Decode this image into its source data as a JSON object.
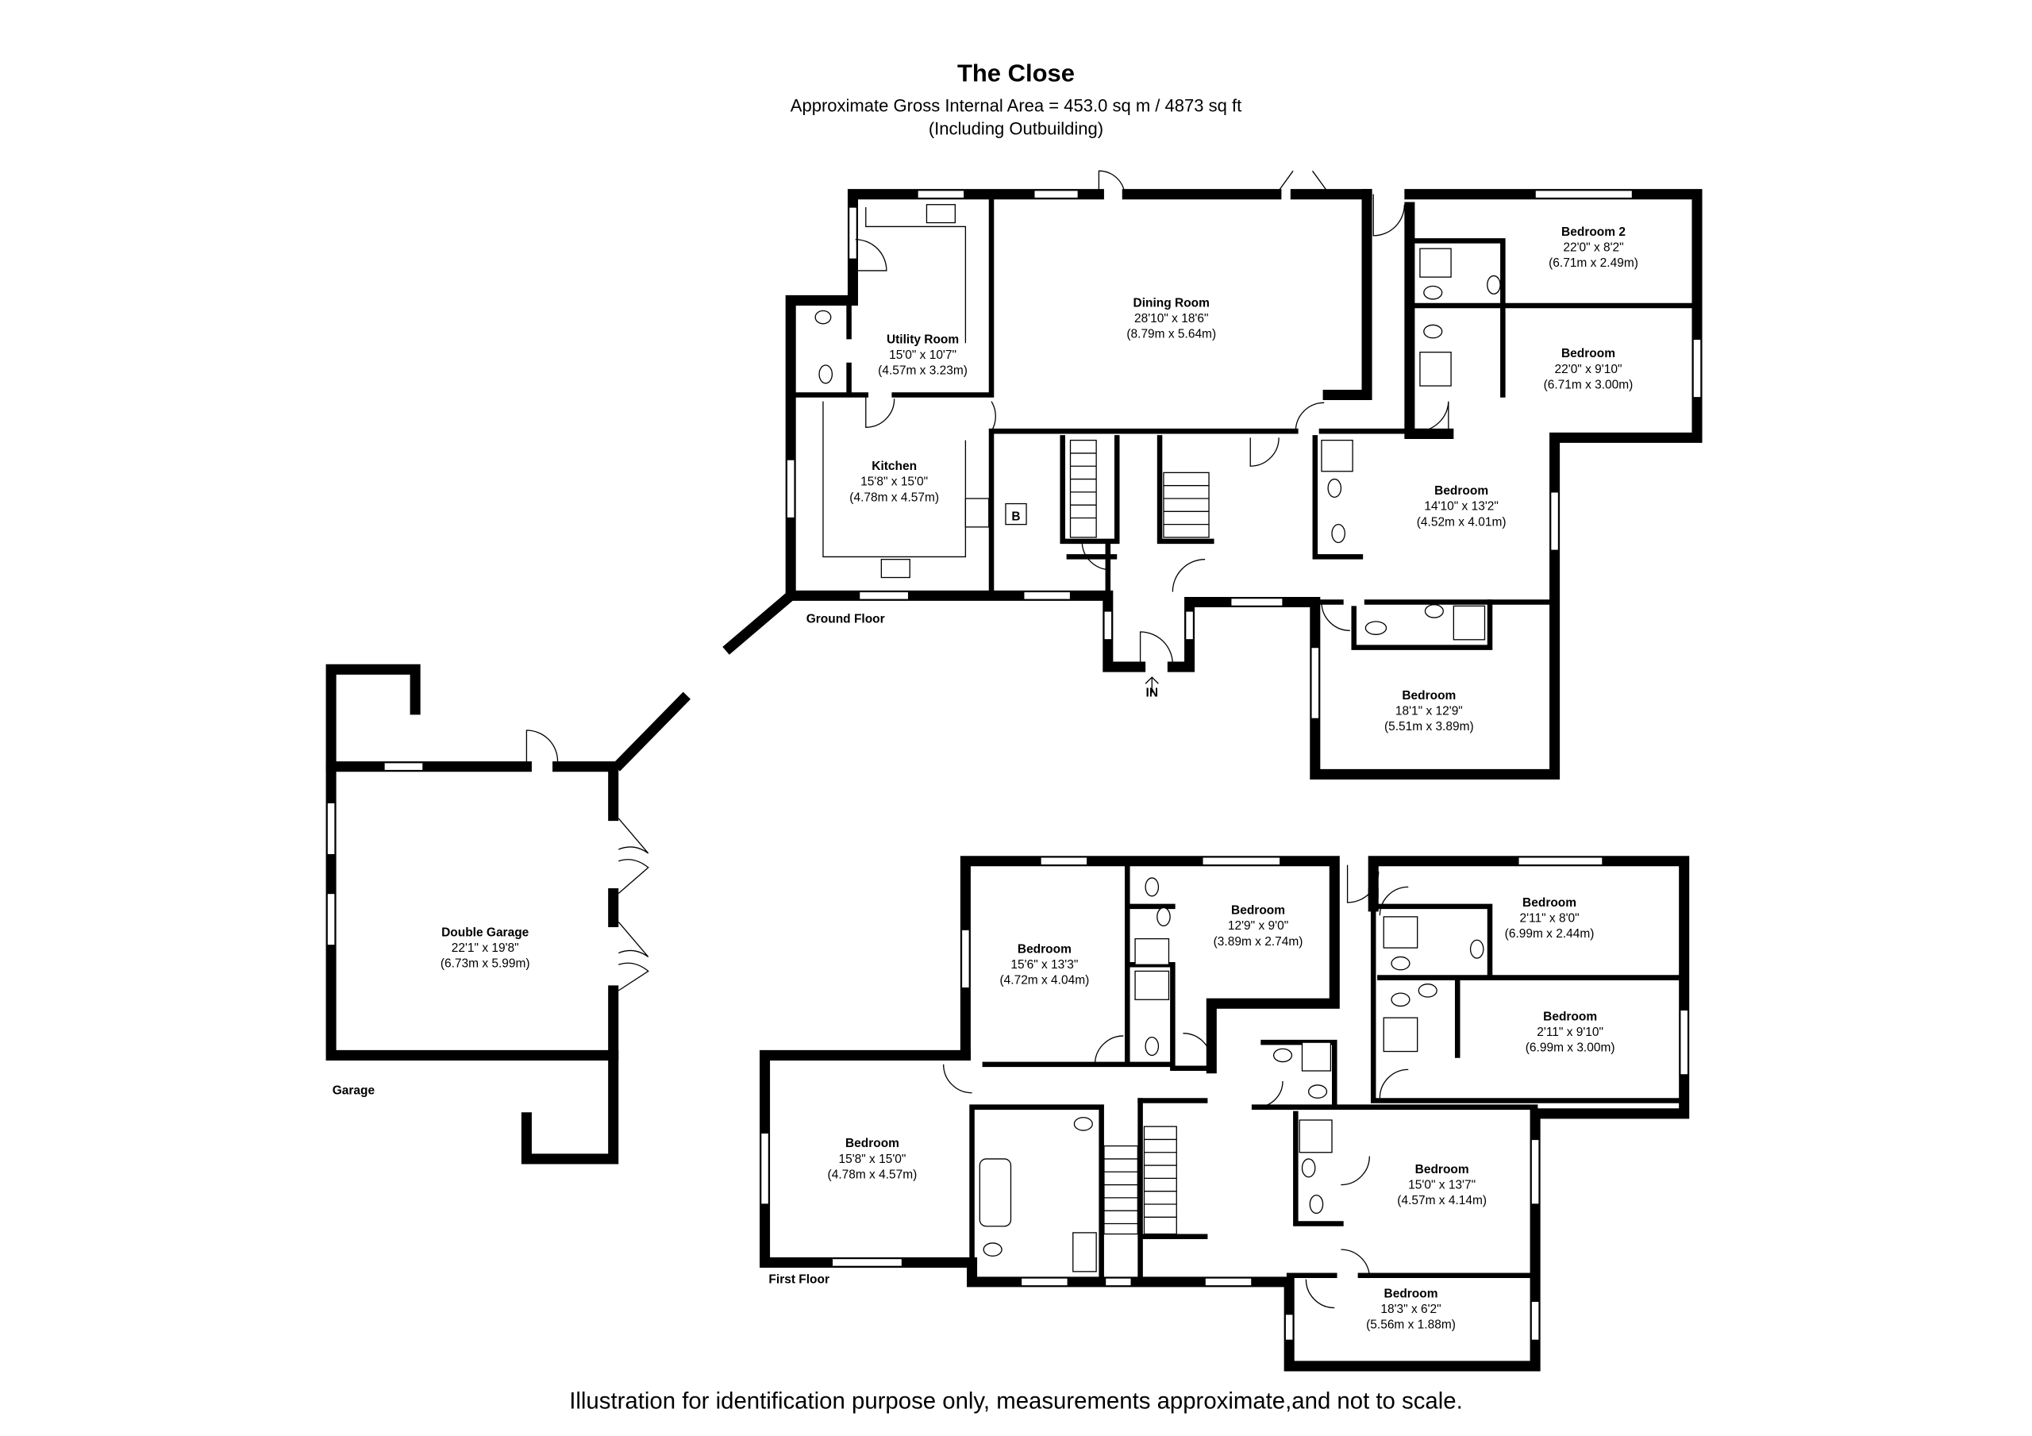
{
  "header": {
    "title": "The Close",
    "area": "Approximate Gross Internal Area = 453.0 sq m / 4873 sq ft",
    "note": "(Including Outbuilding)"
  },
  "ground_floor": {
    "label": "Ground Floor",
    "entrance": "IN",
    "boiler": "B",
    "rooms": [
      {
        "name": "Utility Room",
        "imperial": "15'0\" x 10'7\"",
        "metric": "(4.57m x 3.23m)"
      },
      {
        "name": "Dining Room",
        "imperial": "28'10\" x 18'6\"",
        "metric": "(8.79m x 5.64m)"
      },
      {
        "name": "Bedroom 2",
        "imperial": "22'0\" x 8'2\"",
        "metric": "(6.71m x 2.49m)"
      },
      {
        "name": "Bedroom",
        "imperial": "22'0\" x 9'10\"",
        "metric": "(6.71m x 3.00m)"
      },
      {
        "name": "Kitchen",
        "imperial": "15'8\" x 15'0\"",
        "metric": "(4.78m x 4.57m)"
      },
      {
        "name": "Bedroom",
        "imperial": "14'10\" x 13'2\"",
        "metric": "(4.52m x 4.01m)"
      },
      {
        "name": "Bedroom",
        "imperial": "18'1\" x 12'9\"",
        "metric": "(5.51m x 3.89m)"
      }
    ]
  },
  "garage": {
    "label": "Garage",
    "rooms": [
      {
        "name": "Double Garage",
        "imperial": "22'1\" x 19'8\"",
        "metric": "(6.73m x 5.99m)"
      }
    ]
  },
  "first_floor": {
    "label": "First Floor",
    "rooms": [
      {
        "name": "Bedroom",
        "imperial": "15'6\" x 13'3\"",
        "metric": "(4.72m x 4.04m)"
      },
      {
        "name": "Bedroom",
        "imperial": "12'9\" x 9'0\"",
        "metric": "(3.89m x 2.74m)"
      },
      {
        "name": "Bedroom",
        "imperial": "2'11\" x 8'0\"",
        "metric": "(6.99m x 2.44m)"
      },
      {
        "name": "Bedroom",
        "imperial": "2'11\" x 9'10\"",
        "metric": "(6.99m x 3.00m)"
      },
      {
        "name": "Bedroom",
        "imperial": "15'8\" x 15'0\"",
        "metric": "(4.78m x 4.57m)"
      },
      {
        "name": "Bedroom",
        "imperial": "15'0\" x 13'7\"",
        "metric": "(4.57m x 4.14m)"
      },
      {
        "name": "Bedroom",
        "imperial": "18'3\" x 6'2\"",
        "metric": "(5.56m x 1.88m)"
      }
    ]
  },
  "footer": {
    "disclaimer": "Illustration for identification purpose only, measurements approximate,and not to scale."
  }
}
